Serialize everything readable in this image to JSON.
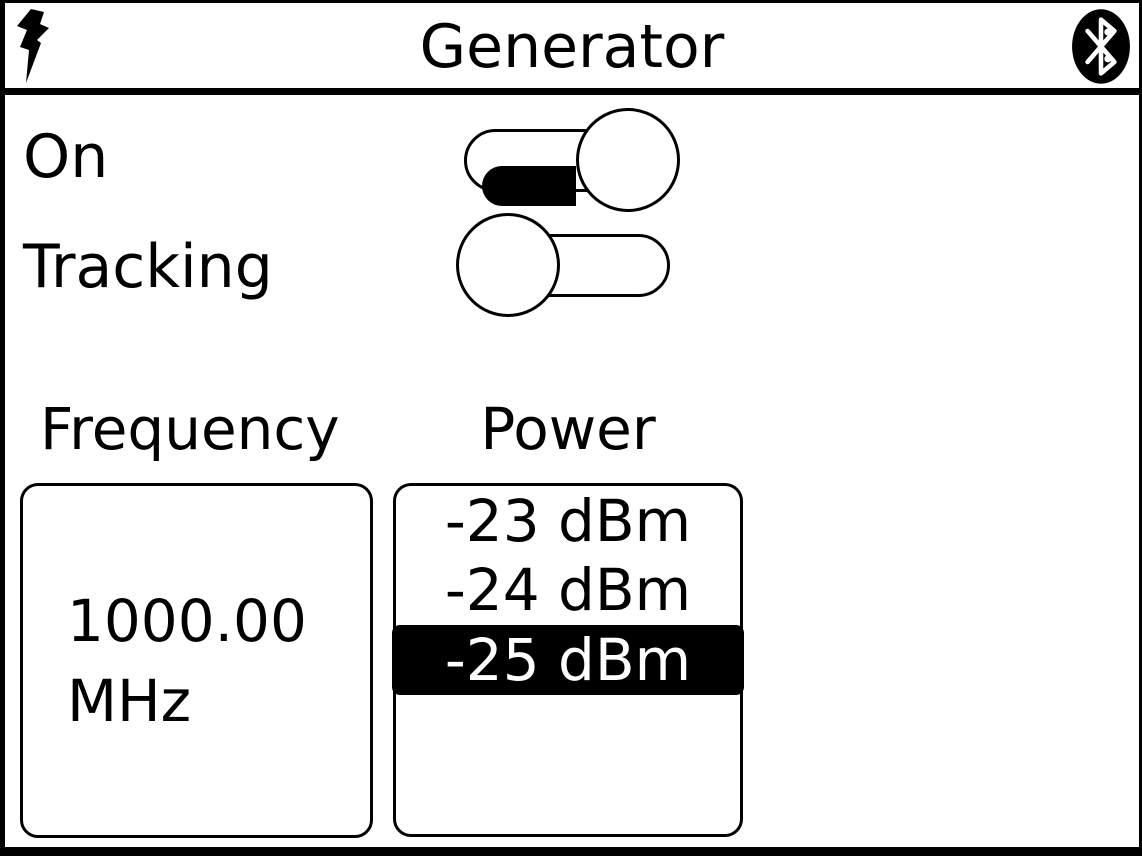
{
  "header": {
    "title": "Generator",
    "left_icon": "lightning-bolt-icon",
    "right_icon": "bluetooth-icon"
  },
  "controls": {
    "toggles": [
      {
        "label": "On",
        "state": "on"
      },
      {
        "label": "Tracking",
        "state": "off"
      }
    ]
  },
  "frequency": {
    "label": "Frequency",
    "value_line1": "1000.00",
    "value_line2": "MHz",
    "value": "1000.00 MHz"
  },
  "power": {
    "label": "Power",
    "options": [
      "-23 dBm",
      "-24 dBm",
      "-25 dBm"
    ],
    "selected_index": 2,
    "selected_value": "-25 dBm",
    "visible_rows": 5
  },
  "colors": {
    "foreground": "#000000",
    "background": "#ffffff"
  }
}
